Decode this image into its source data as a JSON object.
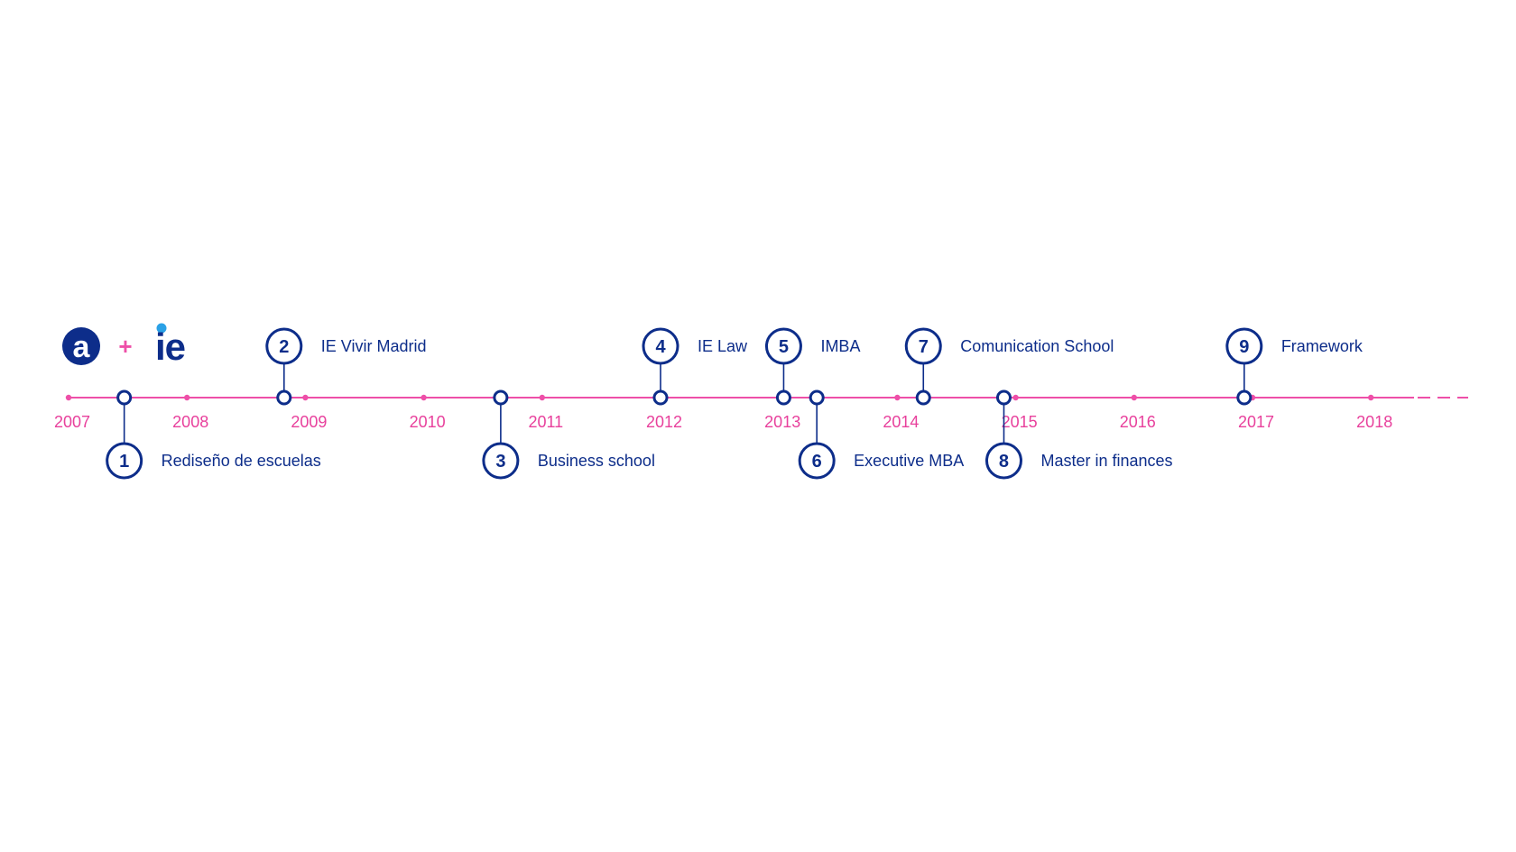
{
  "colors": {
    "timeline_line": "#ee4fa8",
    "year_text": "#e8409c",
    "milestone_navy": "#0d2d8a",
    "logo_dot_blue": "#2aa1e6"
  },
  "logos": {
    "brand_a_glyph": "a",
    "plus_sign": "+",
    "ie_text": "ie"
  },
  "chart_data": {
    "type": "timeline",
    "years": [
      "2007",
      "2008",
      "2009",
      "2010",
      "2011",
      "2012",
      "2013",
      "2014",
      "2015",
      "2016",
      "2017",
      "2018"
    ],
    "milestones": [
      {
        "number": "1",
        "label": "Rediseño de escuelas",
        "year_position": 2007.47,
        "side": "below"
      },
      {
        "number": "2",
        "label": "IE Vivir Madrid",
        "year_position": 2008.82,
        "side": "above"
      },
      {
        "number": "3",
        "label": "Business school",
        "year_position": 2010.65,
        "side": "below"
      },
      {
        "number": "4",
        "label": "IE Law",
        "year_position": 2012.0,
        "side": "above"
      },
      {
        "number": "5",
        "label": "IMBA",
        "year_position": 2013.04,
        "side": "above"
      },
      {
        "number": "6",
        "label": "Executive MBA",
        "year_position": 2013.32,
        "side": "below"
      },
      {
        "number": "7",
        "label": "Comunication School",
        "year_position": 2014.22,
        "side": "above"
      },
      {
        "number": "8",
        "label": "Master in finances",
        "year_position": 2014.9,
        "side": "below"
      },
      {
        "number": "9",
        "label": "Framework",
        "year_position": 2016.93,
        "side": "above"
      }
    ]
  }
}
